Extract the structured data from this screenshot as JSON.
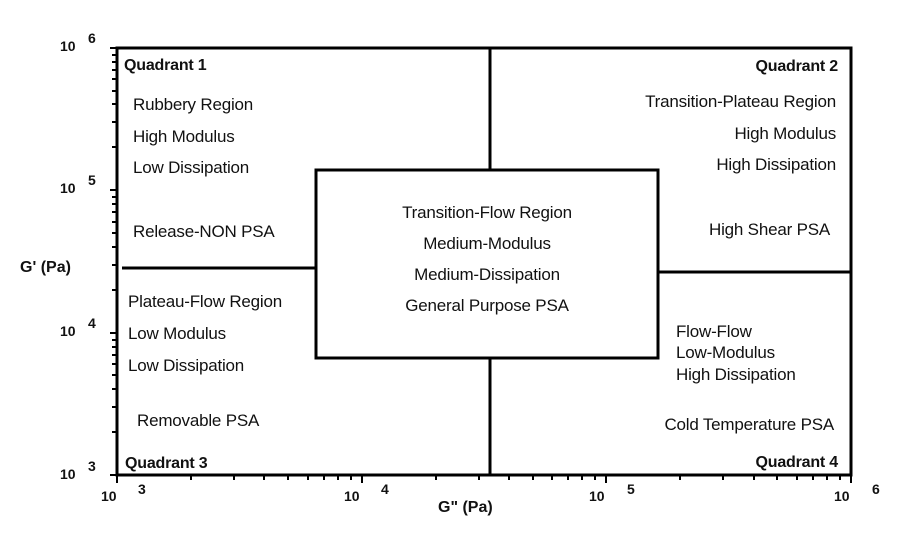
{
  "chart_data": {
    "type": "diagram",
    "title": "",
    "xlabel": "G\" (Pa)",
    "ylabel": "G' (Pa)",
    "x_scale": "log",
    "y_scale": "log",
    "xlim": [
      1000,
      1000000
    ],
    "ylim": [
      1000,
      1000000
    ],
    "x_ticks": [
      {
        "base": "10",
        "exp": "3"
      },
      {
        "base": "10",
        "exp": "4"
      },
      {
        "base": "10",
        "exp": "5"
      },
      {
        "base": "10",
        "exp": "6"
      }
    ],
    "y_ticks": [
      {
        "base": "10",
        "exp": "6"
      },
      {
        "base": "10",
        "exp": "5"
      },
      {
        "base": "10",
        "exp": "4"
      },
      {
        "base": "10",
        "exp": "3"
      }
    ],
    "dividers": {
      "vertical_G2_Pa": 33000,
      "left_horizontal_G1_Pa": 30000,
      "right_horizontal_G1_Pa": 28000,
      "center_box": {
        "G2_min": 6500,
        "G2_max": 140000,
        "G1_min": 7000,
        "G1_max": 140000
      }
    },
    "regions": [
      {
        "name": "Quadrant 1",
        "lines": [
          "Rubbery Region",
          "High Modulus",
          "Low  Dissipation"
        ],
        "application": "Release-NON PSA"
      },
      {
        "name": "Quadrant 2",
        "lines": [
          "Transition-Plateau  Region",
          "High  Modulus",
          "High Dissipation"
        ],
        "application": "High Shear PSA"
      },
      {
        "name": "Quadrant 3",
        "lines": [
          "Plateau-Flow Region",
          "Low Modulus",
          "Low  Dissipation"
        ],
        "application": "Removable PSA"
      },
      {
        "name": "Quadrant 4",
        "lines": [
          "Flow-Flow",
          "Low-Modulus",
          "High Dissipation"
        ],
        "application": "Cold Temperature PSA"
      },
      {
        "name": "Center",
        "lines": [
          "Transition-Flow Region",
          "Medium-Modulus",
          "Medium-Dissipation"
        ],
        "application": "General Purpose PSA"
      }
    ]
  },
  "colors": {
    "line": "#000000",
    "background": "#ffffff",
    "text": "#111111"
  }
}
